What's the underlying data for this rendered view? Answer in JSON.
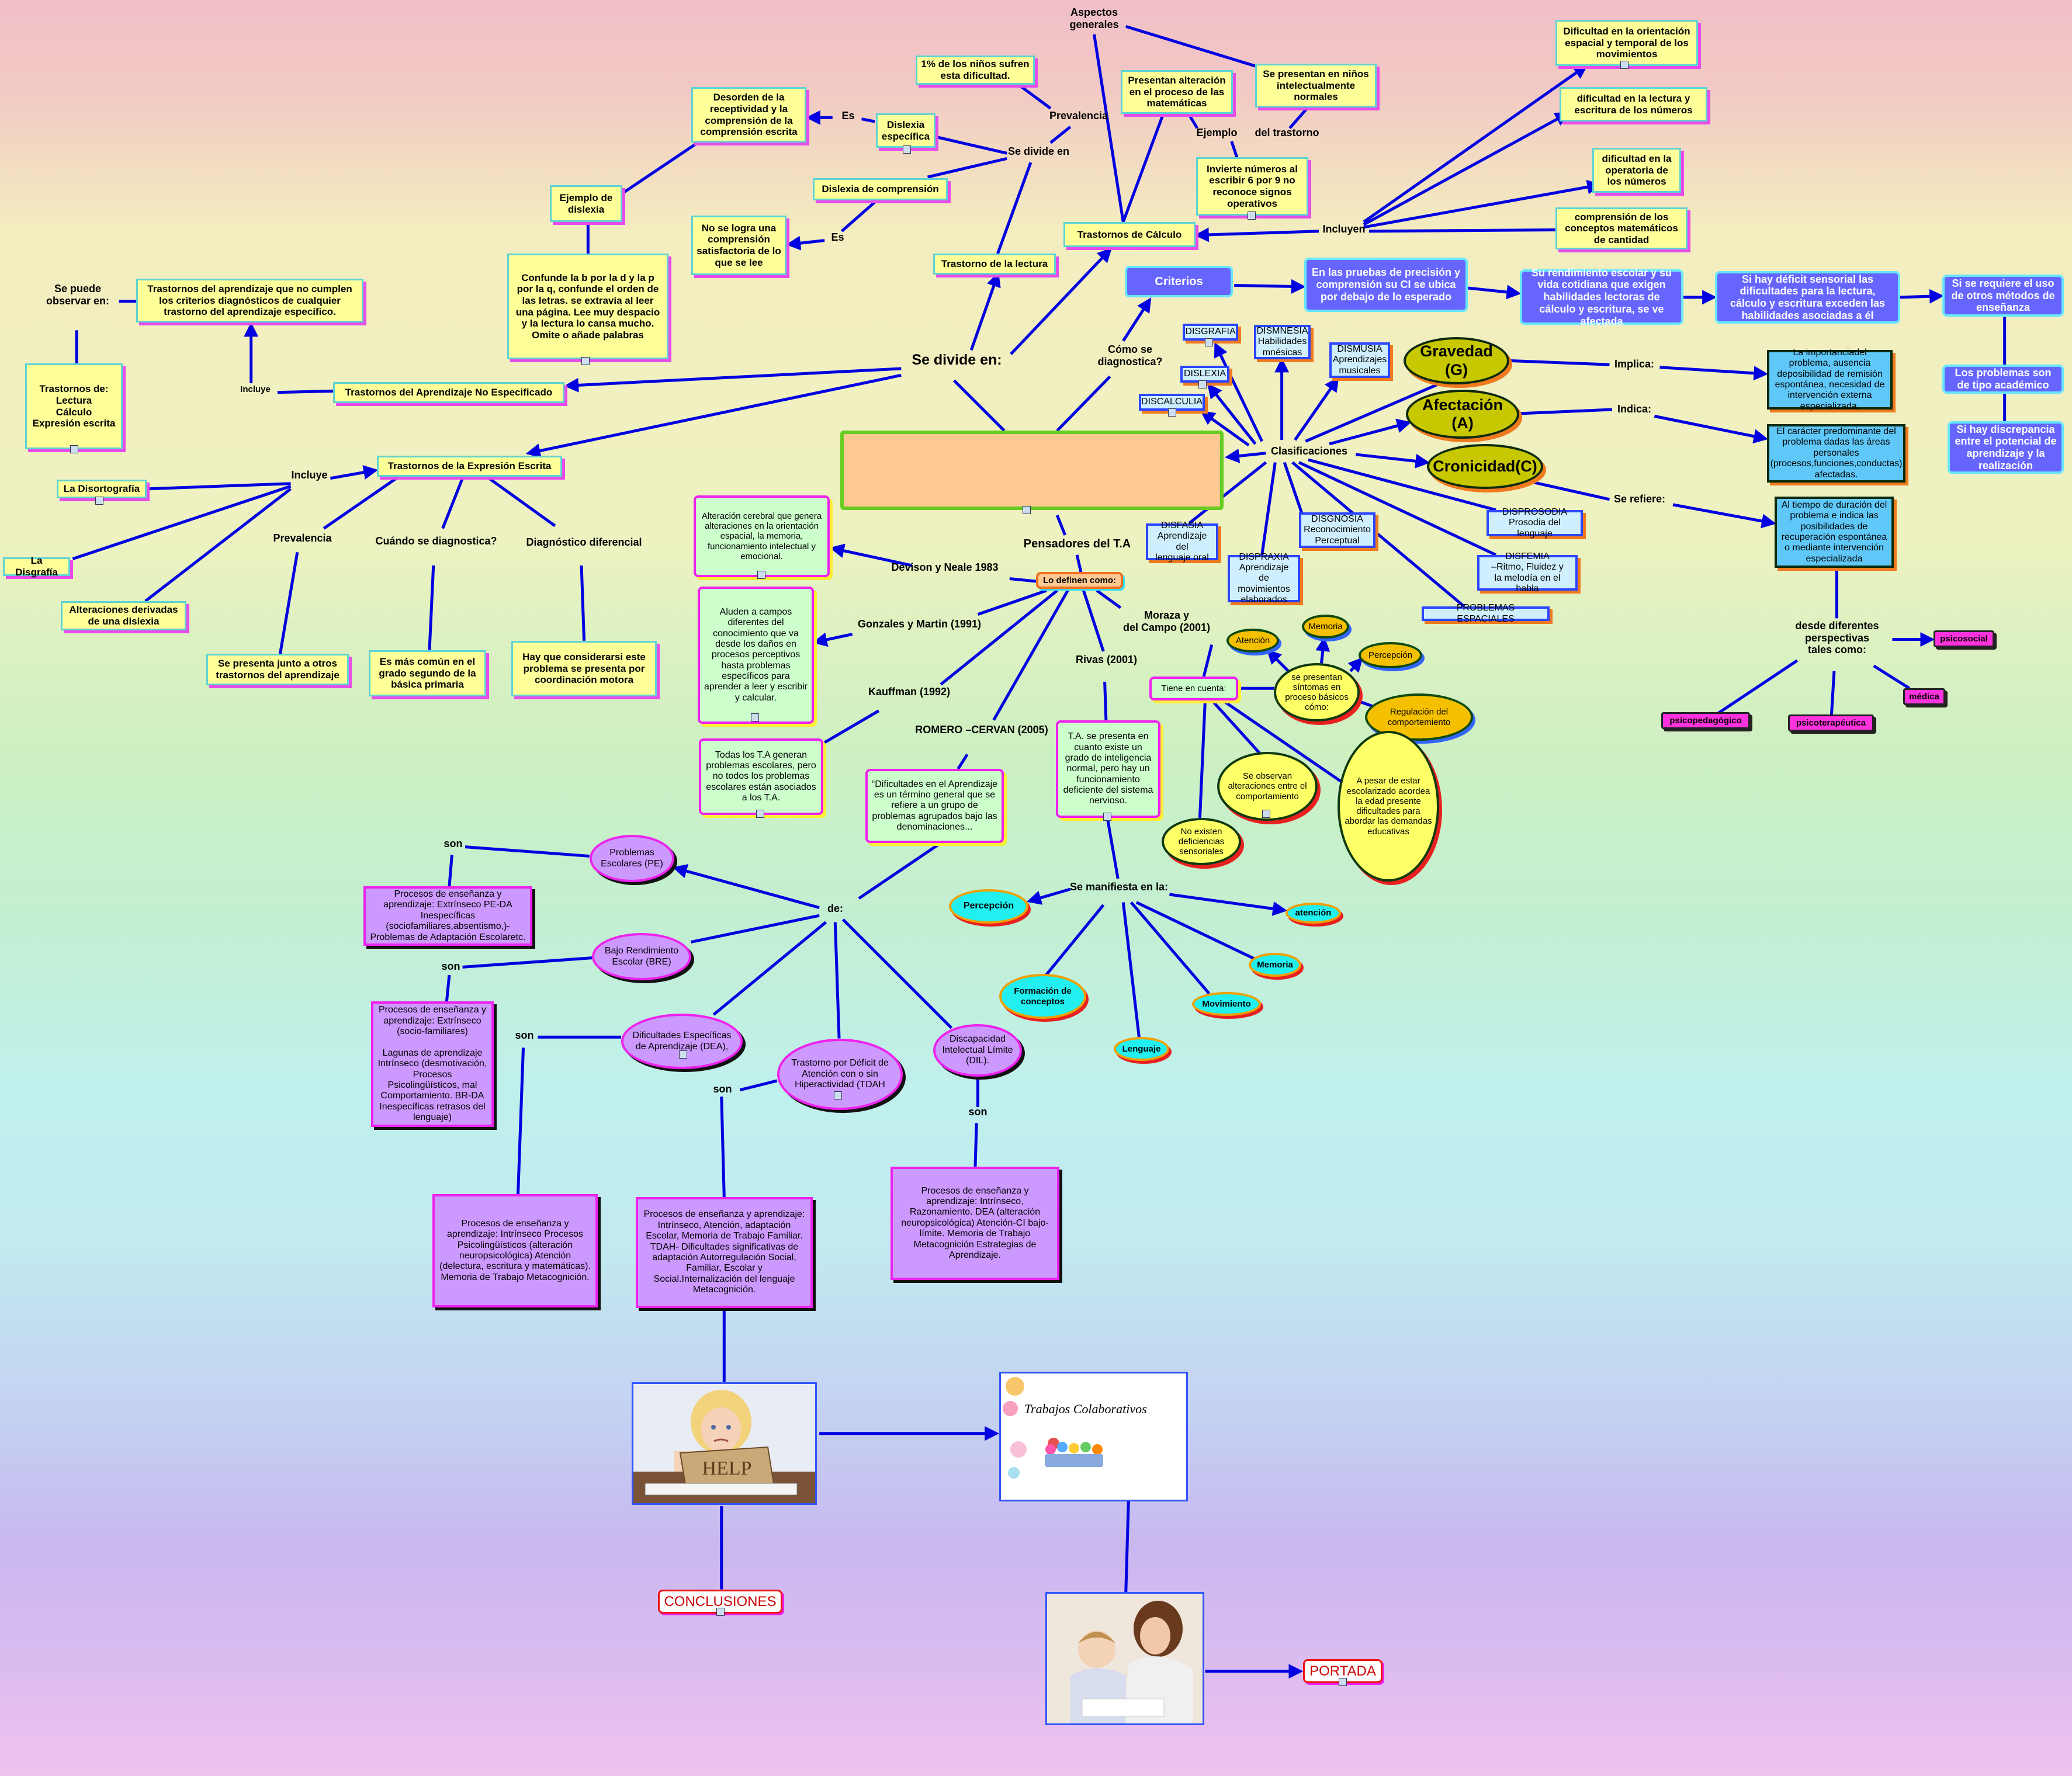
{
  "title": "TRASTORNOS DEL APRENDIZAJE",
  "colors": {
    "link_line": "#0000e0",
    "title_bg": "#ffc890",
    "yellow_node": "#ffff99",
    "purple_node": "#6666ff",
    "violet_node": "#cc99ff",
    "green_node": "#ccffcc",
    "olive_node": "#c8c800"
  },
  "nodes": {
    "aspectos": "Aspectos\ngenerales",
    "pct": "1% de los niños sufren esta dificultad.",
    "desorden": "Desorden de la receptividad y la comprensión de la comprensión escrita",
    "es1": "Es",
    "dislexia_esp": "Dislexia específica",
    "prevalencia1": "Prevalencia",
    "presentan_alt": "Presentan alteración en el proceso de las matemáticas",
    "ninos_normales": "Se presentan en niños intelectualmente normales",
    "ejemplo": "Ejemplo",
    "del_trastorno": "del trastorno",
    "invierte": "Invierte números al escribir 6 por 9 no reconoce signos operativos",
    "dif_orient": "Dificultad en la orientación espacial y temporal de los movimientos",
    "dif_lectura": "dificultad en la lectura y escritura de los números",
    "dif_operatoria": "dificultad en la operatoria de los números",
    "comprension": "comprensión de los conceptos matemáticos de cantidad",
    "incluyen": "Incluyen",
    "t_calculo": "Trastornos de Cálculo",
    "se_divide_small": "Se divide en",
    "dislexia_comp": "Dislexia de comprensión",
    "es2": "Es",
    "no_logra": "No se logra una comprensión satisfactoria de lo que se lee",
    "ejemplo_dislexia": "Ejemplo de dislexia",
    "confunde": "Confunde la b por la d y la p por la q, confunde el orden de las letras. se extravía al leer una página. Lee muy despacio y la lectura lo cansa mucho. Omite o añade palabras",
    "t_lectura": "Trastorno de la lectura",
    "se_divide": "Se divide en:",
    "como_diag": "Cómo se\ndiagnostica?",
    "criterios": "Criterios",
    "pruebas": "En las pruebas de precisión y comprensión su CI se ubica por debajo de lo esperado",
    "rendimiento": "Su rendimiento escolar y su vida cotidiana que exigen habilidades lectoras de cálculo y escritura, se ve afectada",
    "deficit": "Si hay déficit sensorial las dificultades para la lectura, cálculo y escritura exceden las habilidades asociadas a él",
    "otros_metodos": "Si se requiere el uso de otros métodos de enseñanza",
    "academico": "Los problemas son de tipo académico",
    "discrepancia": "Si hay discrepancia entre el potencial de aprendizaje y la realización",
    "se_puede": "Se puede\nobservar en:",
    "no_cumplen": "Trastornos del aprendizaje que no cumplen los criterios diagnósticos de cualquier trastorno del aprendizaje específico.",
    "trastornos_de": "Trastornos de:\nLectura\nCálculo\nExpresión escrita",
    "incluye1": "Incluye",
    "no_especificado": "Trastornos del Aprendizaje No Especificado",
    "disgrafia": "DISGRAFIA",
    "dismnesia": "DISMNESIA\nHabilidades\nmnésicas",
    "dismusia": "DISMUSIA\nAprendizajes\nmusicales",
    "dislexia": "DISLEXIA",
    "discalculia": "DISCALCULIA",
    "disfasia": "DISFASIA\nAprendizaje del\nlenguaje oral",
    "dispraxia": "DISPRAXIA\nAprendizaje de\nmovimientos\nelaborados",
    "disgnosia": "DISGNOSIA\nReconocimiento\nPerceptual",
    "disprosodia": "DISPROSODIA\nProsodia del lenguaje",
    "disfemia": "DISFEMIA\n–Ritmo, Fluidez y\nla melodía en el habla",
    "prob_espaciales": "PROBLEMAS ESPACIALES",
    "clasificaciones": "Clasificaciones",
    "gravedad": "Gravedad (G)",
    "afectacion": "Afectación (A)",
    "cronicidad": "Cronicidad(C)",
    "implica": "Implica:",
    "indica": "Indica:",
    "se_refiere": "Se refiere:",
    "importancia": "La importanciadel problema, ausencia deposibilidad de remisión espontánea, necesidad de intervención externa especializada.",
    "caracter": "El carácter predominante del problema dadas las áreas personales (procesos,funciones,conductas) afectadas.",
    "tiempo": "Al tiempo de duración del problema e indica las posibilidades de recuperación espontánea o mediante intervención especializada",
    "perspectivas": "desde diferentes\nperspectivas\ntales como:",
    "psicosocial": "psicosocial",
    "medica": "médica",
    "psicoterapeutica": "psicoterapéutica",
    "psicopedagogico": "psicopedagógico",
    "incluye2": "Incluye",
    "expresion": "Trastornos de la Expresión Escrita",
    "disortografia": "La Disortografía",
    "disgrafia_y": "La Disgrafía",
    "alteraciones": "Alteraciones derivadas de una dislexia",
    "prevalencia2": "Prevalencia",
    "cuando": "Cuándo se diagnostica?",
    "diag_dif": "Diagnóstico diferencial",
    "junto": "Se presenta junto a otros trastornos del aprendizaje",
    "comun": "Es más común en el grado segundo de la básica primaria",
    "considerarse": "Hay que considerarsi este problema se presenta por coordinación motora",
    "pensadores": "Pensadores  del T.A",
    "lo_definen": "Lo definen como:",
    "alteracion_cerebral": "Alteración cerebral que genera alteraciones en la orientación espacial, la memoria, funcionamiento intelectual y emocional.",
    "devison": "Devison y Neale 1983",
    "gonzales": "Gonzales y Martin (1991)",
    "kauffman": "Kauffman (1992)",
    "romero": "ROMERO –CERVAN (2005)",
    "rivas": "Rivas (2001)",
    "moraza": "Moraza y\ndel Campo (2001)",
    "aluden": "Aluden a campos diferentes del conocimiento que va desde los daños en procesos perceptivos hasta problemas específicos para aprender a leer y escribir y calcular.",
    "todas": "Todas los T.A generan problemas escolares, pero no todos los problemas escolares están asociados a los T.A.",
    "dificultades_ap": "“Dificultades en el Aprendizaje es un término general que se refiere a un grupo de problemas agrupados bajo las denominaciones...",
    "ta_presenta": "T.A. se presenta en cuanto existe un grado de inteligencia normal, pero hay un funcionamiento deficiente del sistema nervioso.",
    "tiene_cuenta": "Tiene en cuenta:",
    "atencion_o": "Atención",
    "memoria_o": "Memoria",
    "percepcion_o": "Percepción",
    "regulacion": "Regulación del comportemiento",
    "sintomas": "se presentan síntomas en proceso básicos cómo:",
    "observan": "Se observan alteraciones entre el comportamiento",
    "no_existen": "No existen deficiencias sensoriales",
    "pesar": "A pesar de estar escolarizado acordea la edad presente dificultades para abordar las demandas educativas",
    "se_manifiesta": "Se manifiesta en la:",
    "percepcion_c": "Percepción",
    "atencion_c": "atención",
    "memoria_c": "Memoria",
    "movimiento": "Movimiento",
    "lenguaje": "Lenguaje",
    "formacion": "Formación de conceptos",
    "problemas_pe": "Problemas Escolares (PE)",
    "son1": "son",
    "procesos1": "Procesos de enseñanza y aprendizaje: Extrínseco PE-DA Inespecíficas (sociofamiliares,absentismo,)- Problemas de Adaptación Escolaretc.",
    "de": "de:",
    "bajo": "Bajo Rendimiento Escolar (BRE)",
    "son2": "son",
    "procesos2": "Procesos de enseñanza y aprendizaje: Extrínseco (socio-familiares)\n\nLagunas de aprendizaje Intrínseco (desmotivación, Procesos Psicolingüísticos, mal Comportamiento. BR-DA Inespecíficas retrasos del lenguaje)",
    "dea": "Dificultades Específicas de Aprendizaje (DEA),",
    "son3": "son",
    "procesos3": "Procesos de enseñanza y aprendizaje: Intrínseco Procesos Psicolingüísticos (alteración neuropsicológica) Atención (delectura, escritura y matemáticas). Memoria de Trabajo Metacognición.",
    "tdah": "Trastorno por Déficit de Atención con o sin Hiperactividad (TDAH",
    "son4": "son",
    "procesos4": "Procesos de enseñanza y aprendizaje: Intrínseco, Atención, adaptación Escolar, Memoria de Trabajo Familiar. TDAH- Dificultades significativas de adaptación Autorregulación Social, Familiar, Escolar y Social.Internalización del lenguaje Metacognición.",
    "dil": "Discapacidad Intelectual Límite (DIL).",
    "son5": "son",
    "procesos5": "Procesos de enseñanza y aprendizaje: Intrínseco, Razonamiento. DEA (alteración neuropsicológica) Atención-CI bajo-límite. Memoria de Trabajo Metacognición Estrategias de Aprendizaje.",
    "conclusiones": "CONCLUSIONES",
    "portada": "PORTADA"
  },
  "images": {
    "help_image": {
      "icon": "girl-with-help-sign-image",
      "sign_text": "HELP"
    },
    "trabajos_image": {
      "icon": "collaborative-work-image",
      "caption": "Trabajos Colaborativos"
    },
    "teacher_image": {
      "icon": "teacher-with-child-image"
    }
  }
}
